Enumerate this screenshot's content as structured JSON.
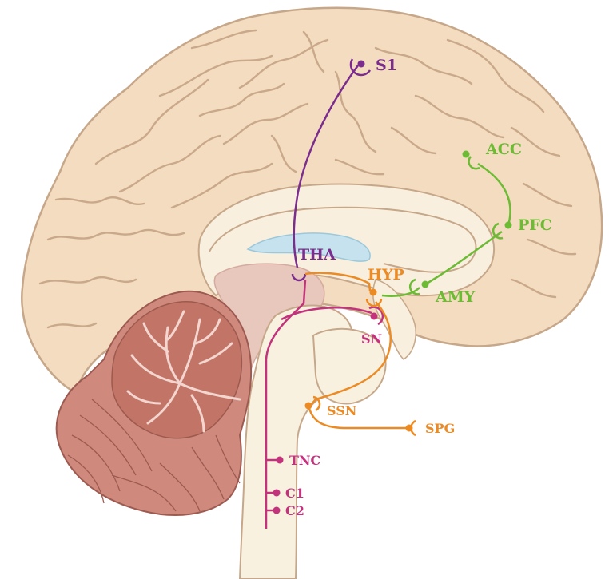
{
  "colors": {
    "cortex_fill": "#f4dcc0",
    "cortex_stroke": "#c6a789",
    "medial_fill": "#f8efde",
    "brainstem_fill": "#f8f1e0",
    "ventricle": "#c6e2ee",
    "thalamus_fill": "#e8c7bd",
    "cerebellum_fill": "#d08a7d",
    "cerebellum_inner": "#c27466",
    "purple": "#7b2d8e",
    "magenta": "#c2337c",
    "orange": "#ec8a23",
    "green": "#6dbb35"
  },
  "labels": {
    "s1": "S1",
    "acc": "ACC",
    "pfc": "PFC",
    "amy": "AMY",
    "tha": "THA",
    "hyp": "HYP",
    "sn": "SN",
    "ssn": "SSN",
    "spg": "SPG",
    "tnc": "TNC",
    "c1": "C1",
    "c2": "C2"
  }
}
